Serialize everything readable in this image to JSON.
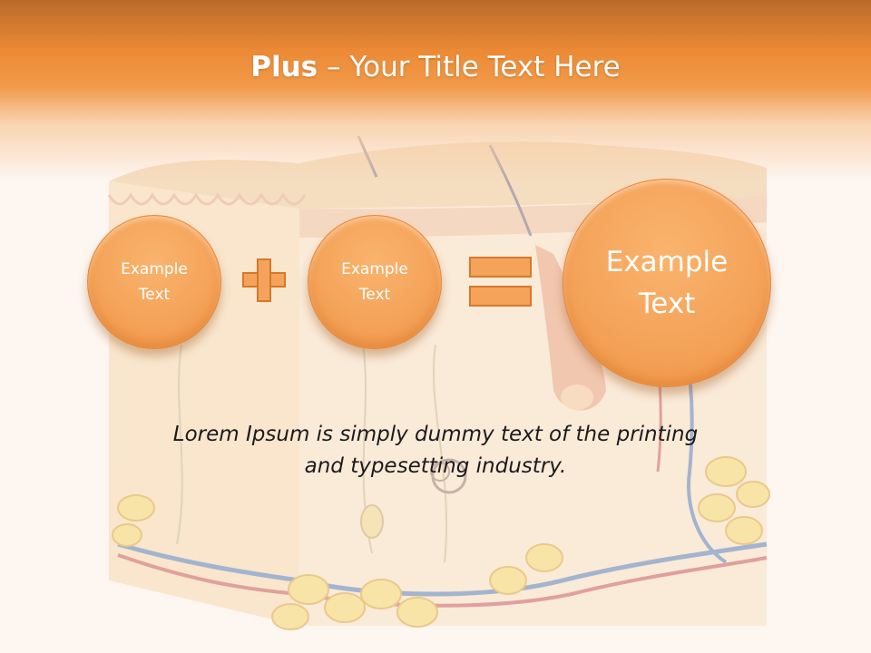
{
  "slide": {
    "title_bold": "Plus",
    "title_rest": " – Your Title Text Here",
    "circles": [
      {
        "line1": "Example",
        "line2": "Text"
      },
      {
        "line1": "Example",
        "line2": "Text"
      },
      {
        "line1": "Example",
        "line2": "Text"
      }
    ],
    "body_line1": "Lorem Ipsum is simply dummy text of the printing",
    "body_line2": "and typesetting industry."
  },
  "colors": {
    "header_orange": "#ec8a35",
    "circle_fill": "#f5a35a",
    "operator_stroke": "#d6782e",
    "text_dark": "#1b1b1b"
  },
  "icons": {
    "operator_plus": "plus-icon",
    "operator_equals": "equals-icon",
    "background": "skin-cross-section-illustration"
  }
}
